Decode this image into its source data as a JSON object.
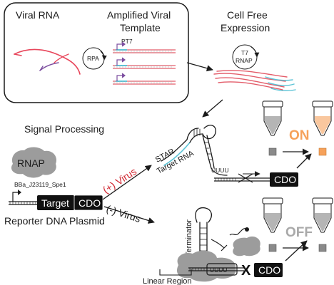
{
  "top_panel": {
    "viral_rna": "Viral RNA",
    "amplified_line1": "Amplified Viral",
    "amplified_line2": "Template",
    "rpa": "RPA",
    "promoter": "PT7"
  },
  "cell_free": {
    "line1": "Cell Free",
    "line2": "Expression",
    "t7_line1": "T7",
    "t7_line2": "RNAP"
  },
  "signal_processing": "Signal Processing",
  "plasmid": {
    "rnap": "RNAP",
    "part_name": "BBa_J23119_Spe1",
    "target": "Target",
    "cdo": "CDO",
    "reporter": "Reporter DNA Plasmid"
  },
  "branches": {
    "plus_virus": "(+) Virus",
    "minus_virus": "(-) Virus"
  },
  "star_path": {
    "star": "STAR",
    "target_rna": "Target RNA",
    "uuuu": "UUUU",
    "cdo": "CDO"
  },
  "terminator_path": {
    "terminator": "Terminator",
    "linear_region": "Linear Region",
    "uuuu": "UUUU",
    "x_mark": "X",
    "cdo": "CDO"
  },
  "readout": {
    "on": "ON",
    "off": "OFF"
  },
  "colors": {
    "rna": "#e8475c",
    "template": "#e35d6a",
    "teal": "#5bc3d6",
    "purple": "#7d4fa0",
    "on_orange": "#f6a15a",
    "on_fill": "#f9c79e",
    "off_gray": "#9a9a9a",
    "blob": "#9c9c9c"
  }
}
